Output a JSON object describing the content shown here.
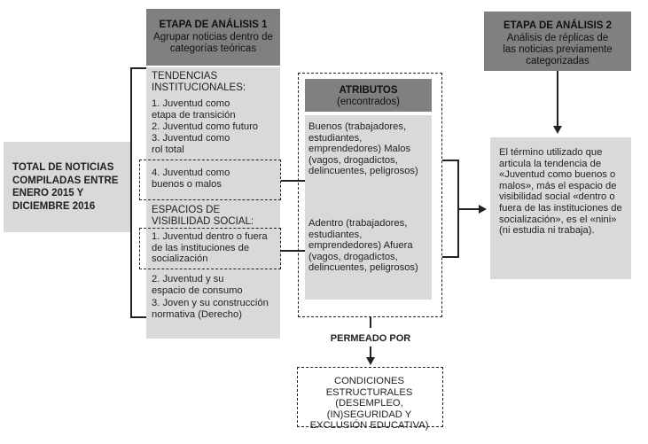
{
  "left": {
    "text": "TOTAL DE NOTICIAS COMPILADAS ENTRE ENERO 2015 Y DICIEMBRE 2016"
  },
  "stage1": {
    "title": "ETAPA DE ANÁLISIS 1",
    "subtitle": "Agrupar noticias dentro de categorías teóricas"
  },
  "stage2": {
    "title": "ETAPA DE ANÁLISIS 2",
    "subtitle": "Análisis de réplicas de las noticias previamente categorizadas"
  },
  "tendencias": {
    "heading": "TENDENCIAS INSTITUCIONALES:",
    "items": [
      "1. Juventud como etapa de transición",
      "2. Juventud como futuro",
      "3. Juventud como rol total"
    ],
    "highlight": "4. Juventud como buenos o malos"
  },
  "espacios": {
    "heading": "ESPACIOS DE VISIBILIDAD SOCIAL:",
    "highlight": "1. Juventud dentro o fuera de las instituciones de socialización",
    "items": [
      "2. Juventud y su espacio de consumo",
      "3. Joven y su construcción normativa (Derecho)"
    ]
  },
  "atributos": {
    "title": "ATRIBUTOS",
    "subtitle": "(encontrados)",
    "block1": "Buenos (trabajadores, estudiantes, emprendedores) Malos (vagos, drogadictos, delincuentes, peligrosos)",
    "block2": "Adentro (trabajadores, estudiantes, emprendedores) Afuera (vagos, drogadictos, delincuentes, peligrosos)"
  },
  "result": {
    "text": "El término utilizado que articula la tendencia de «Juventud como buenos o malos», más el espacio de visibilidad social «dentro o fuera de las instituciones de socialización», es el «nini» (ni estudia ni trabaja)."
  },
  "permeado": {
    "label": "PERMEADO POR"
  },
  "condiciones": {
    "text": "CONDICIONES ESTRUCTURALES (DESEMPLEO, (IN)SEGURIDAD Y EXCLUSIÓN EDUCATIVA)"
  }
}
